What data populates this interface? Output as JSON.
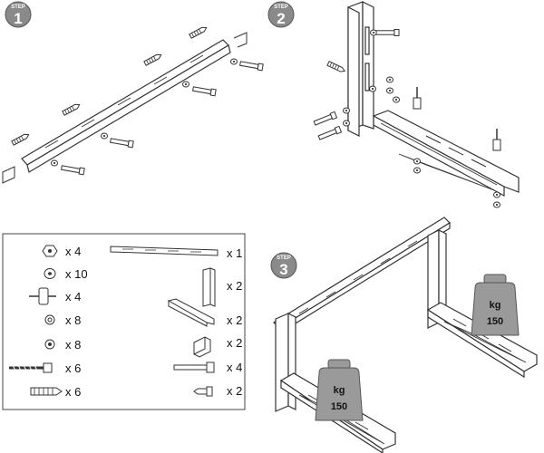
{
  "badges": [
    {
      "top": "STEP",
      "num": "1"
    },
    {
      "top": "STEP",
      "num": "2"
    },
    {
      "top": "STEP",
      "num": "3"
    }
  ],
  "parts_left": [
    {
      "icon": "hex-nut-icon",
      "qty": "x 4"
    },
    {
      "icon": "flat-washer-icon",
      "qty": "x 10"
    },
    {
      "icon": "rubber-damper-icon",
      "qty": "x 4"
    },
    {
      "icon": "spring-washer-icon",
      "qty": "x 8"
    },
    {
      "icon": "small-washer-icon",
      "qty": "x 8"
    },
    {
      "icon": "lag-screw-icon",
      "qty": "x 6"
    },
    {
      "icon": "wall-plug-icon",
      "qty": "x 6"
    }
  ],
  "parts_right": [
    {
      "icon": "cross-rail-icon",
      "qty": "x 1"
    },
    {
      "icon": "vertical-wall-bracket-icon",
      "qty": "x 2"
    },
    {
      "icon": "support-arm-icon",
      "qty": "x 2"
    },
    {
      "icon": "end-clip-icon",
      "qty": "x 2"
    },
    {
      "icon": "hex-bolt-icon",
      "qty": "x 4"
    },
    {
      "icon": "small-screw-icon",
      "qty": "x 2"
    }
  ],
  "weights": [
    {
      "unit": "kg",
      "value": "150"
    },
    {
      "unit": "kg",
      "value": "150"
    }
  ],
  "colors": {
    "badge": "#8a8a8a",
    "weight": "#9a9a9a",
    "line": "#333333"
  }
}
